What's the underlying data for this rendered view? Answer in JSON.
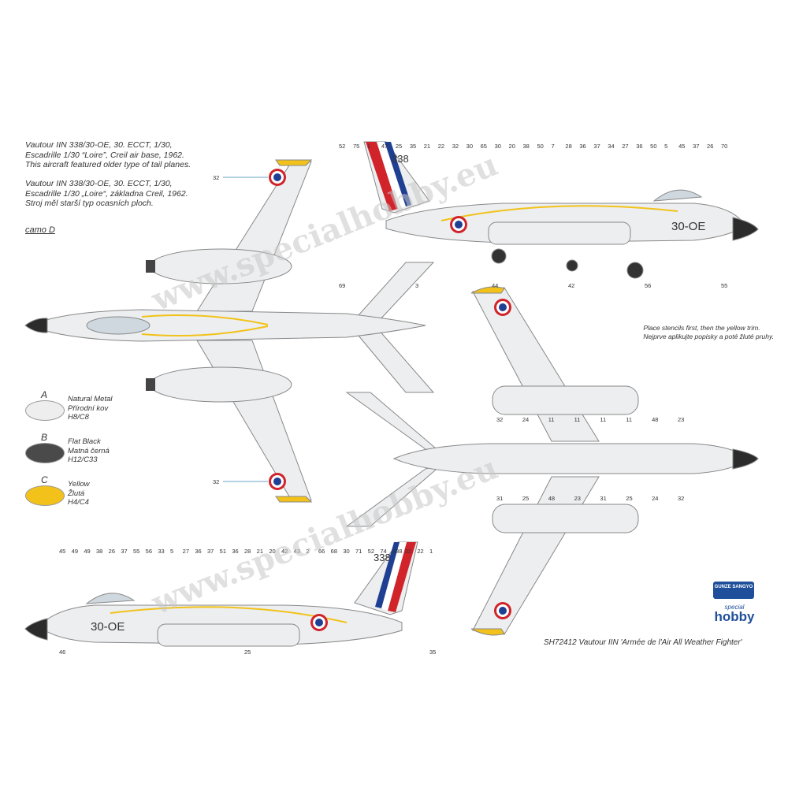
{
  "description_en": [
    "Vautour IIN 338/30-OE, 30. ECCT, 1/30,",
    "Escadrille 1/30 “Loire”, Creil air base, 1962.",
    "This aircraft featured older type of tail planes."
  ],
  "description_cz": [
    "Vautour IIN 338/30-OE, 30. ECCT, 1/30,",
    "Escadrille 1/30 „Loire“, základna Creil, 1962.",
    "Stroj měl starší typ ocasních ploch."
  ],
  "camo_label": "camo D",
  "legend": [
    {
      "letter": "A",
      "lines": [
        "Natural Metal",
        "Přírodní kov",
        "H8/C8"
      ],
      "color": "#eeeeee"
    },
    {
      "letter": "B",
      "lines": [
        "Flat Black",
        "Matná černá",
        "H12/C33"
      ],
      "color": "#4a4a4a"
    },
    {
      "letter": "C",
      "lines": [
        "Yellow",
        "Žlutá",
        "H4/C4"
      ],
      "color": "#f2c21a"
    }
  ],
  "note": [
    "Place stencils first, then the yellow trim.",
    "Nejprve aplikujte popisky a poté žluté pruhy."
  ],
  "footer": "SH72412  Vautour IIN 'Armée de l'Air All Weather Fighter'",
  "aircraft_codes": {
    "tail": "338",
    "fuselage": "30-OE"
  },
  "watermark": "www.specialhobby.eu",
  "logos": {
    "gunze": "GUNZE SANGYO",
    "special": "special",
    "hobby": "hobby"
  },
  "callouts": {
    "top_view": [
      "32",
      "32"
    ],
    "side_upper": [
      "52",
      "75",
      "1",
      "47",
      "25",
      "35",
      "21",
      "22",
      "32",
      "30",
      "65",
      "30",
      "20",
      "38",
      "50",
      "7",
      "28",
      "36",
      "37",
      "34",
      "27",
      "36",
      "50",
      "5",
      "45",
      "37",
      "26",
      "70",
      "69",
      "3",
      "44",
      "42",
      "56",
      "55"
    ],
    "bottom_view": [
      "32",
      "24",
      "11",
      "11",
      "11",
      "11",
      "48",
      "23",
      "31",
      "25",
      "48",
      "23",
      "31",
      "25",
      "24",
      "32"
    ],
    "side_lower": [
      "45",
      "49",
      "49",
      "38",
      "26",
      "37",
      "55",
      "56",
      "33",
      "5",
      "27",
      "36",
      "37",
      "51",
      "36",
      "28",
      "21",
      "20",
      "42",
      "43",
      "2",
      "66",
      "68",
      "30",
      "71",
      "52",
      "74",
      "338",
      "32",
      "22",
      "1",
      "46",
      "25",
      "35"
    ]
  },
  "colors": {
    "yellow": "#f2c21a",
    "black": "#2b2b2b",
    "metal": "#e9ecef",
    "blue": "#1f3f93",
    "red": "#d0232a"
  }
}
